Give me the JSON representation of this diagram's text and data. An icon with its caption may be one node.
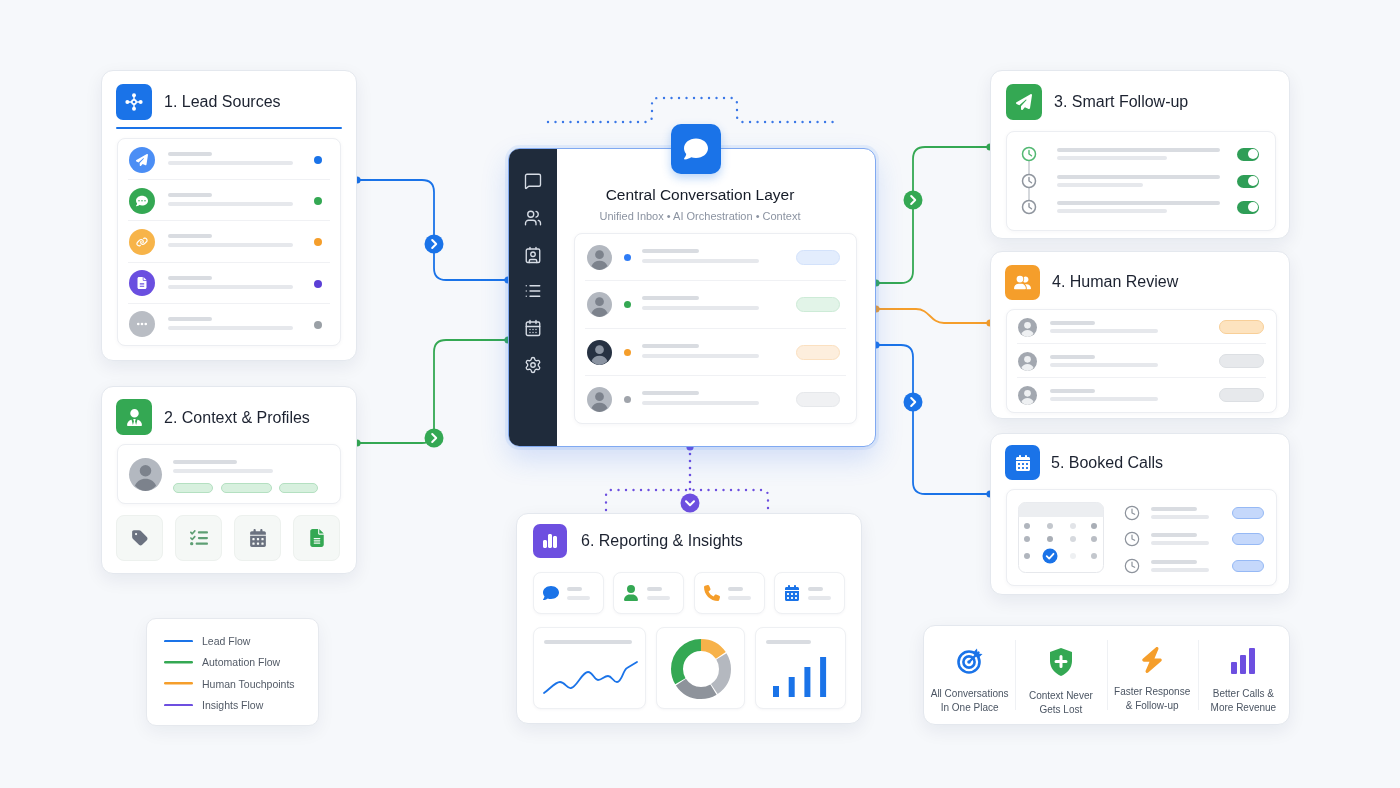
{
  "diagram": {
    "nodes": [
      {
        "text": [
          "1. Lead Sources"
        ]
      },
      {
        "text": [
          "2. Context & Profiles"
        ]
      },
      {
        "text": [
          "Central Conversation Layer",
          "Unified Inbox • AI Orchestration • Context"
        ]
      },
      {
        "text": [
          "3. Smart Follow-up"
        ]
      },
      {
        "text": [
          "4. Human Review"
        ]
      },
      {
        "text": [
          "5. Booked Calls"
        ]
      },
      {
        "text": [
          "6. Reporting & Insights"
        ]
      },
      {
        "text": [
          "All Conversations In One Place",
          "Context Never Gets Lost",
          "Faster Response & Follow-up",
          "Better Calls & More Revenue"
        ]
      }
    ],
    "edges": [
      {
        "from": 0,
        "to": 2,
        "arrow": "to",
        "color": "#1a73e8"
      },
      {
        "from": 1,
        "to": 2,
        "arrow": "to",
        "color": "#34a853"
      },
      {
        "from": 2,
        "to": 3,
        "arrow": "to",
        "color": "#34a853"
      },
      {
        "from": 2,
        "to": 4,
        "arrow": "other",
        "color": "#f59e2b"
      },
      {
        "from": 2,
        "to": 5,
        "arrow": "to",
        "color": "#1a73e8"
      },
      {
        "from": 2,
        "to": 6,
        "arrow": "to",
        "style": "dashed",
        "color": "#6d4fe0"
      }
    ],
    "legend": [
      {
        "text": "Lead Flow",
        "color": "#1a73e8"
      },
      {
        "text": "Automation Flow",
        "color": "#34a853"
      },
      {
        "text": "Human Touchpoints",
        "color": "#f59e2b"
      },
      {
        "text": "Insights Flow",
        "color": "#6d4fe0"
      }
    ]
  }
}
